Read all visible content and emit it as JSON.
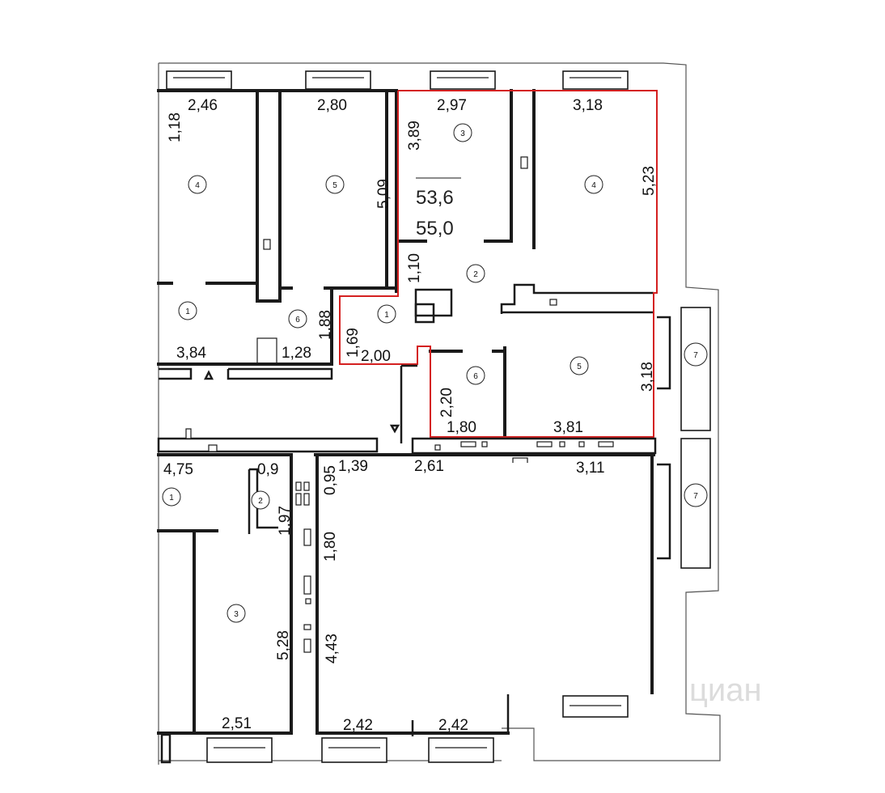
{
  "plan": {
    "area_label_top": "53,6",
    "area_label_bottom": "55,0",
    "highlight_color": "#d42020",
    "wall_color": "#1a1a1a",
    "watermark": "циан",
    "rooms": [
      {
        "id": "tl-4",
        "label": "4"
      },
      {
        "id": "tl-5",
        "label": "5"
      },
      {
        "id": "tl-1",
        "label": "1"
      },
      {
        "id": "tl-6",
        "label": "6"
      },
      {
        "id": "hl-3",
        "label": "3"
      },
      {
        "id": "hl-4",
        "label": "4"
      },
      {
        "id": "hl-2",
        "label": "2"
      },
      {
        "id": "hl-1",
        "label": "1"
      },
      {
        "id": "hl-6",
        "label": "6"
      },
      {
        "id": "hl-5",
        "label": "5"
      },
      {
        "id": "right-7a",
        "label": "7"
      },
      {
        "id": "right-7b",
        "label": "7"
      },
      {
        "id": "bl-1",
        "label": "1"
      },
      {
        "id": "bl-2",
        "label": "2"
      },
      {
        "id": "bl-3",
        "label": "3"
      }
    ],
    "dimensions": [
      {
        "id": "d-1-18",
        "text": "1,18"
      },
      {
        "id": "d-2-46",
        "text": "2,46"
      },
      {
        "id": "d-2-80",
        "text": "2,80"
      },
      {
        "id": "d-5-09",
        "text": "5,09"
      },
      {
        "id": "d-3-84",
        "text": "3,84"
      },
      {
        "id": "d-1-28",
        "text": "1,28"
      },
      {
        "id": "d-1-88",
        "text": "1,88"
      },
      {
        "id": "d-2-97",
        "text": "2,97"
      },
      {
        "id": "d-3-89",
        "text": "3,89"
      },
      {
        "id": "d-3-18-top",
        "text": "3,18"
      },
      {
        "id": "d-5-23",
        "text": "5,23"
      },
      {
        "id": "d-1-10",
        "text": "1,10"
      },
      {
        "id": "d-1-69",
        "text": "1,69"
      },
      {
        "id": "d-2-00",
        "text": "2,00"
      },
      {
        "id": "d-2-20",
        "text": "2,20"
      },
      {
        "id": "d-1-80-mid",
        "text": "1,80"
      },
      {
        "id": "d-3-81",
        "text": "3,81"
      },
      {
        "id": "d-3-18-right",
        "text": "3,18"
      },
      {
        "id": "d-4-75",
        "text": "4,75"
      },
      {
        "id": "d-0-9",
        "text": "0,9"
      },
      {
        "id": "d-1-97",
        "text": "1,97"
      },
      {
        "id": "d-0-95",
        "text": "0,95"
      },
      {
        "id": "d-1-39",
        "text": "1,39"
      },
      {
        "id": "d-2-61",
        "text": "2,61"
      },
      {
        "id": "d-3-11",
        "text": "3,11"
      },
      {
        "id": "d-1-80-low",
        "text": "1,80"
      },
      {
        "id": "d-4-43",
        "text": "4,43"
      },
      {
        "id": "d-5-28",
        "text": "5,28"
      },
      {
        "id": "d-2-51",
        "text": "2,51"
      },
      {
        "id": "d-2-42a",
        "text": "2,42"
      },
      {
        "id": "d-2-42b",
        "text": "2,42"
      }
    ]
  }
}
